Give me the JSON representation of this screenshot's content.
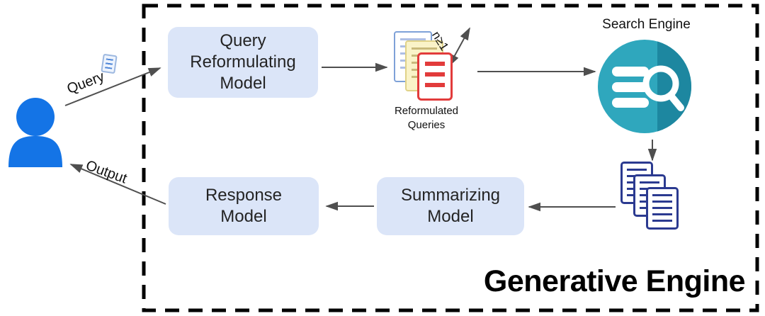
{
  "diagram": {
    "title": "Generative Engine",
    "labels": {
      "query": "Query",
      "output": "Output",
      "reformulated_queries": "Reformulated\nQueries",
      "n_annotation": "n≥1",
      "search_engine": "Search Engine"
    },
    "nodes": {
      "query_reformulating_model": "Query\nReformulating\nModel",
      "summarizing_model": "Summarizing\nModel",
      "response_model": "Response\nModel"
    },
    "colors": {
      "node_fill": "#dbe5f8",
      "arrow": "#4f4f4f",
      "user_icon": "#1474e6",
      "search_engine_primary": "#2fa7bd",
      "search_engine_shade": "#1d87a0",
      "result_doc_accent": "#2b3a90",
      "reformulated_doc_accent": "#e23b3b",
      "border": "#000000"
    }
  }
}
